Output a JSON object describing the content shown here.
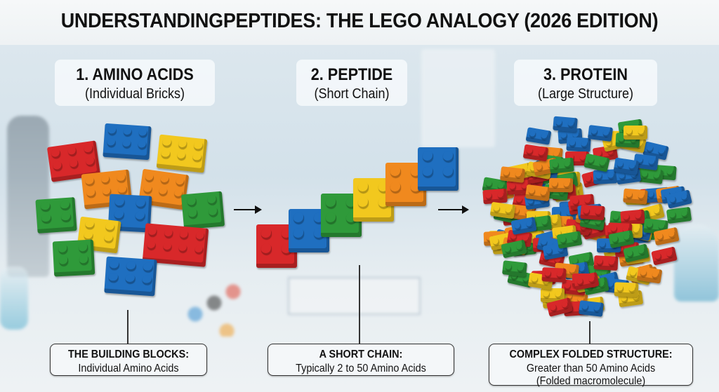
{
  "title": "UNDERSTANDINGPEPTIDES: THE LEGO ANALOGY (2026 EDITION)",
  "colors": {
    "red": "#d8282a",
    "blue": "#1f6fc0",
    "yellow": "#f2c81e",
    "green": "#2f9a3a",
    "orange": "#f0891e"
  },
  "stages": [
    {
      "heading": "1. AMINO ACIDS",
      "subheading": "(Individual Bricks)",
      "info_title": "THE BUILDING BLOCKS:",
      "info_lines": [
        "Individual Amino Acids"
      ]
    },
    {
      "heading": "2. PEPTIDE",
      "subheading": "(Short Chain)",
      "info_title": "A SHORT CHAIN:",
      "info_lines": [
        "Typically 2 to 50 Amino Acids"
      ]
    },
    {
      "heading": "3. PROTEIN",
      "subheading": "(Large Structure)",
      "info_title": "COMPLEX FOLDED STRUCTURE:",
      "info_lines": [
        "Greater than 50 Amino Acids",
        "(Folded macromolecule)"
      ]
    }
  ]
}
